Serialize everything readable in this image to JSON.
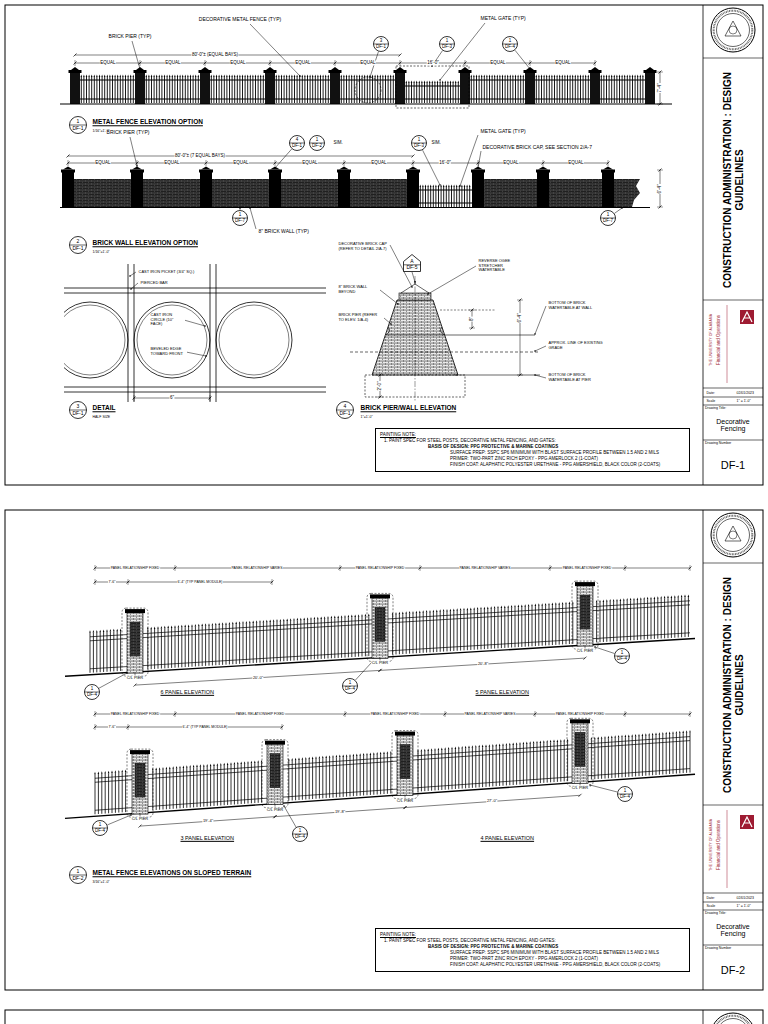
{
  "diagram": {
    "nodes": [
      {
        "text": [
          "3",
          "DF-1"
        ]
      },
      {
        "text": [
          "1",
          "DF-3"
        ]
      },
      {
        "text": [
          "1",
          "DF-4"
        ]
      },
      {
        "text": [
          "1",
          "DF-1"
        ]
      },
      {
        "text": [
          "4",
          "DF-1"
        ]
      },
      {
        "text": [
          "1",
          "DF-2"
        ]
      },
      {
        "text": [
          "1",
          "DF-3"
        ]
      },
      {
        "text": [
          "1",
          "DF-7"
        ]
      },
      {
        "text": [
          "1",
          "DF-7"
        ]
      },
      {
        "text": [
          "2",
          "DF-1"
        ]
      },
      {
        "text": [
          "3",
          "DF-1"
        ]
      },
      {
        "text": [
          "A",
          "DF-5"
        ]
      },
      {
        "text": [
          "4",
          "DF-1"
        ]
      },
      {
        "text": [
          "PAINTING NOTE:",
          "1. PAINT SPEC FOR STEEL POSTS, DECORATIVE METAL FENCING, AND GATES:",
          "BASIS OF DESIGN: PPG PROTECTIVE & MARINE COATINGS",
          "SURFACE PREP: SSPC SP6 MINIMUM WITH BLAST SURFACE PROFILE BETWEEN 1.5 AND 2 MILS",
          "PRIMER: TWO-PART ZINC RICH EPOXY - PPG AMERLOCK 2 (1-COAT)",
          "FINISH COAT: ALAPHATIC POLYESTER URETHANE - PPG AMERSHIELD, BLACK COLOR (2-COATS)"
        ]
      },
      {
        "text": [
          "Drawing Title:",
          "Decorative Fencing"
        ]
      },
      {
        "text": [
          "Drawing Number",
          "DF-1"
        ]
      },
      {
        "text": [
          "1",
          "DF-4"
        ]
      },
      {
        "text": [
          "1",
          "DF-4"
        ]
      },
      {
        "text": [
          "1",
          "DF-4"
        ]
      },
      {
        "text": [
          "1",
          "DF-4"
        ]
      },
      {
        "text": [
          "1",
          "DF-4"
        ]
      },
      {
        "text": [
          "1",
          "DF-4"
        ]
      },
      {
        "text": [
          "1",
          "DF-2"
        ]
      },
      {
        "text": [
          "PAINTING NOTE:",
          "1. PAINT SPEC FOR STEEL POSTS, DECORATIVE METAL FENCING, AND GATES:",
          "BASIS OF DESIGN: PPG PROTECTIVE & MARINE COATINGS",
          "SURFACE PREP: SSPC SP6 MINIMUM WITH BLAST SURFACE PROFILE BETWEEN 1.5 AND 2 MILS",
          "PRIMER: TWO-PART ZINC RICH EPOXY - PPG AMERLOCK 2 (1-COAT)",
          "FINISH COAT: ALAPHATIC POLYESTER URETHANE - PPG AMERSHIELD, BLACK COLOR (2-COATS)"
        ]
      },
      {
        "text": [
          "Drawing Title:",
          "Decorative Fencing"
        ]
      },
      {
        "text": [
          "Drawing Number",
          "DF-2"
        ]
      }
    ],
    "labels": [
      "DECORATIVE METAL FENCE (TYP)",
      "BRICK PIER (TYP)",
      "METAL GATE (TYP)",
      "80'-0\"± (EQUAL BAYS)",
      "EQUAL",
      "EQUAL",
      "EQUAL",
      "EQUAL",
      "EQUAL",
      "EQUAL",
      "EQUAL",
      "16'-0\"",
      "7'-4\"",
      "METAL FENCE ELEVATION OPTION",
      "1/16\"=1'-0\"",
      "BRICK PIER (TYP)",
      "80'-0\"± (7 EQUAL BAYS)",
      "EQUAL",
      "EQUAL",
      "EQUAL",
      "EQUAL",
      "EQUAL",
      "EQUAL",
      "EQUAL",
      "16'-0\"",
      "SIM.",
      "SIM.",
      "METAL GATE (TYP)",
      "DECORATIVE BRICK CAP, SEE SECTION 2/A-7",
      "6'-4\"",
      "8\" BRICK WALL (TYP)",
      "BRICK WALL ELEVATION OPTION",
      "1/16\"=1'-0\"",
      "CAST IRON PICKET (3/4\" SQ.)",
      "PIERCED BAR",
      "CAST IRON CIRCLE (10\" FACE)",
      "BEVELED EDGE TOWARD FRONT",
      "6\"",
      "DETAIL",
      "HALF SIZE",
      "DECORATIVE BRICK CAP (REFER TO DETAIL 2/A-7)",
      "REVERSE OGEE STRETCHER WATERTABLE",
      "8\" BRICK WALL BEYOND",
      "BRICK PIER (REFER TO ELEV. 1/A-4)",
      "BOTTOM OF BRICK WATERTABLE AT WALL",
      "APPROX. LINE OF EXISTING GRADE",
      "BOTTOM OF BRICK WATERTABLE AT PIER",
      "6'-4\"",
      "8\"",
      "2'-0\"",
      "BRICK PIER/WALL ELEVATION",
      "1\"=1'-0\"",
      "CONSTRUCTION ADMINISTRATION : DESIGN GUIDELINES",
      "THE UNIVERSITY OF ALABAMA",
      "Financial and Operations",
      "Date:",
      "02/01/2023",
      "Scale",
      "1\" = 1'-0\"",
      "PANEL RELATIONSHIP FIXED",
      "PANEL RELATIONSHIP VARIES",
      "PANEL RELATIONSHIP FIXED",
      "PANEL RELATIONSHIP VARIES",
      "PANEL RELATIONSHIP FIXED",
      "7'-6\"",
      "6'-4\" (TYP PANEL MODULE)",
      "C/L PIER",
      "C/L PIER",
      "C/L PIER",
      "20'-0\"",
      "20'-8\"",
      "6 PANEL ELEVATION",
      "5 PANEL ELEVATION",
      "PANEL RELATIONSHIP FIXED",
      "PANEL RELATIONSHIP FIXED",
      "PANEL RELATIONSHIP FIXED",
      "PANEL RELATIONSHIP VARIES",
      "PANEL RELATIONSHIP FIXED",
      "7'-6\"",
      "6'-4\" (TYP PANEL MODULE)",
      "C/L PIER",
      "C/L PIER",
      "C/L PIER",
      "C/L PIER",
      "19'-4\"",
      "19'-8\"",
      "27'-0\"",
      "3 PANEL ELEVATION",
      "4 PANEL ELEVATION",
      "METAL FENCE ELEVATIONS ON SLOPED TERRAIN",
      "3/16\"=1'-0\"",
      "CONSTRUCTION ADMINISTRATION : DESIGN GUIDELINES",
      "THE UNIVERSITY OF ALABAMA",
      "Financial and Operations",
      "Date:",
      "02/01/2023",
      "Scale",
      "1\" = 1'-0\""
    ]
  }
}
